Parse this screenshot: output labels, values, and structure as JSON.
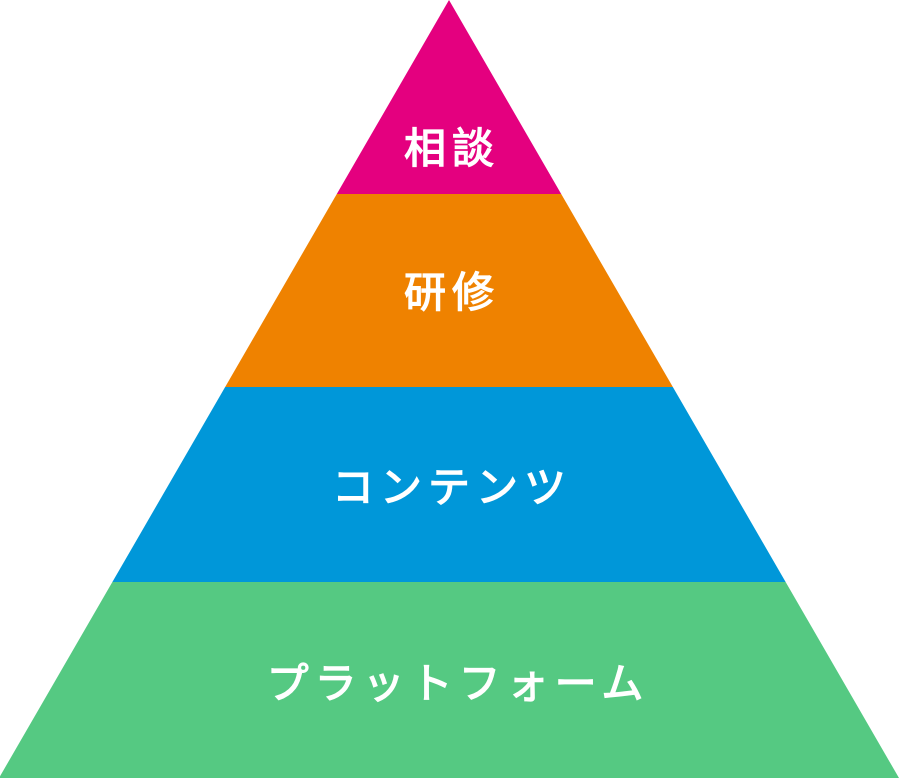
{
  "pyramid": {
    "layers": [
      {
        "label": "相談",
        "color": "#E4007F"
      },
      {
        "label": "研修",
        "color": "#EF8200"
      },
      {
        "label": "コンテンツ",
        "color": "#0097D9"
      },
      {
        "label": "プラットフォーム",
        "color": "#55C982"
      }
    ]
  }
}
